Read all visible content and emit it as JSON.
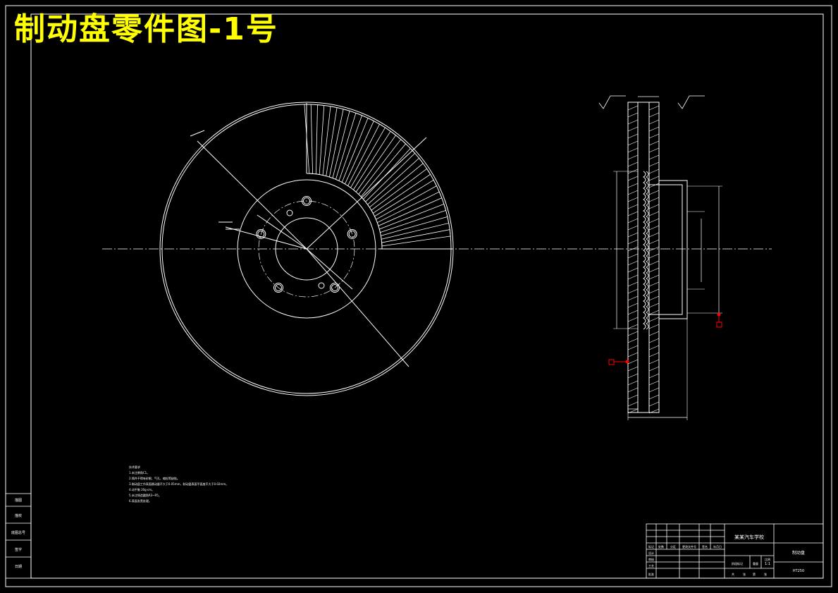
{
  "title": "制动盘零件图-1号",
  "colors": {
    "background": "#000000",
    "lines": "#ffffff",
    "title": "#ffff00",
    "marker": "#ff0000"
  },
  "title_block": {
    "school": "某某汽车学校",
    "part_name": "制动盘",
    "scale": "1:1",
    "roles": [
      "设计",
      "审核",
      "工艺",
      "批准"
    ],
    "columns": [
      "标记",
      "处数",
      "分区",
      "更改文件号",
      "签名",
      "年月日"
    ],
    "sub_labels": [
      "阶段标记",
      "重量",
      "比例"
    ],
    "bottom_labels": [
      "共",
      "张",
      "第",
      "张"
    ],
    "material": "HT250"
  },
  "side_strip": [
    "描图",
    "描校",
    "底图总号",
    "签字",
    "日期"
  ],
  "technical_notes": [
    "技术要求",
    "1.未注倒角C1。",
    "2.铸件不得有砂眼、气孔、缩松等缺陷。",
    "3.制动盘工作表面跳动量不大于0.05mm，制动盘表面平面度不大于0.02mm。",
    "4.动平衡 20g·cm。",
    "5.未注铸造圆角R3~R5。",
    "6.表面发黑处理。"
  ],
  "icons": [
    "surface-finish-icon"
  ]
}
